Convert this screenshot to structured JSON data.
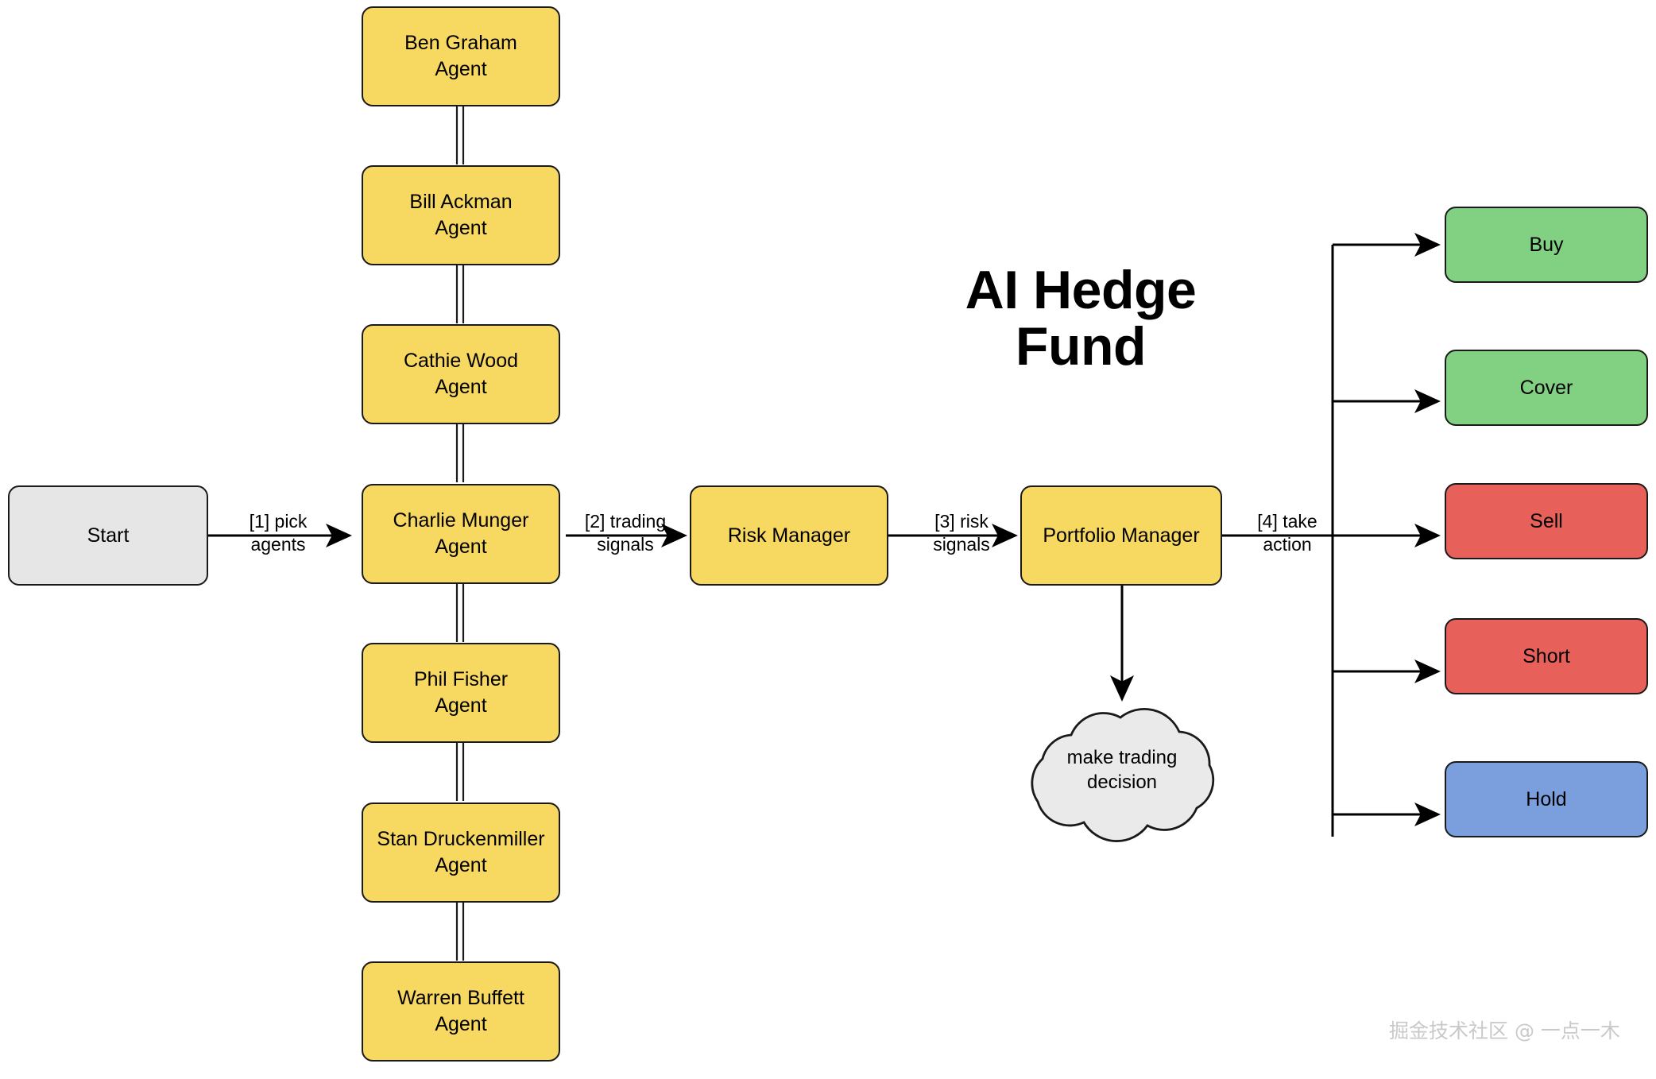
{
  "diagram": {
    "title": "AI Hedge Fund",
    "watermark": "掘金技术社区 @ 一点一木",
    "colors": {
      "agent": "#F7D860",
      "start": "#E6E6E6",
      "buy": "#82D183",
      "cover": "#82D183",
      "sell": "#E8605A",
      "short": "#E8605A",
      "hold": "#7B9FDD",
      "cloud": "#EAEAEA",
      "stroke": "#1a1a1a"
    }
  },
  "nodes": {
    "start": {
      "label": "Start"
    },
    "agents": [
      {
        "label": "Ben Graham\nAgent"
      },
      {
        "label": "Bill Ackman\nAgent"
      },
      {
        "label": "Cathie Wood\nAgent"
      },
      {
        "label": "Charlie Munger\nAgent"
      },
      {
        "label": "Phil Fisher\nAgent"
      },
      {
        "label": "Stan Druckenmiller\nAgent"
      },
      {
        "label": "Warren Buffett\nAgent"
      }
    ],
    "risk_manager": {
      "label": "Risk Manager"
    },
    "portfolio_manager": {
      "label": "Portfolio Manager"
    },
    "decision_cloud": {
      "label": "make trading\ndecision"
    },
    "actions": [
      {
        "label": "Buy"
      },
      {
        "label": "Cover"
      },
      {
        "label": "Sell"
      },
      {
        "label": "Short"
      },
      {
        "label": "Hold"
      }
    ]
  },
  "edges": [
    {
      "label": "[1] pick\nagents"
    },
    {
      "label": "[2] trading\nsignals"
    },
    {
      "label": "[3] risk\nsignals"
    },
    {
      "label": "[4] take\naction"
    }
  ]
}
